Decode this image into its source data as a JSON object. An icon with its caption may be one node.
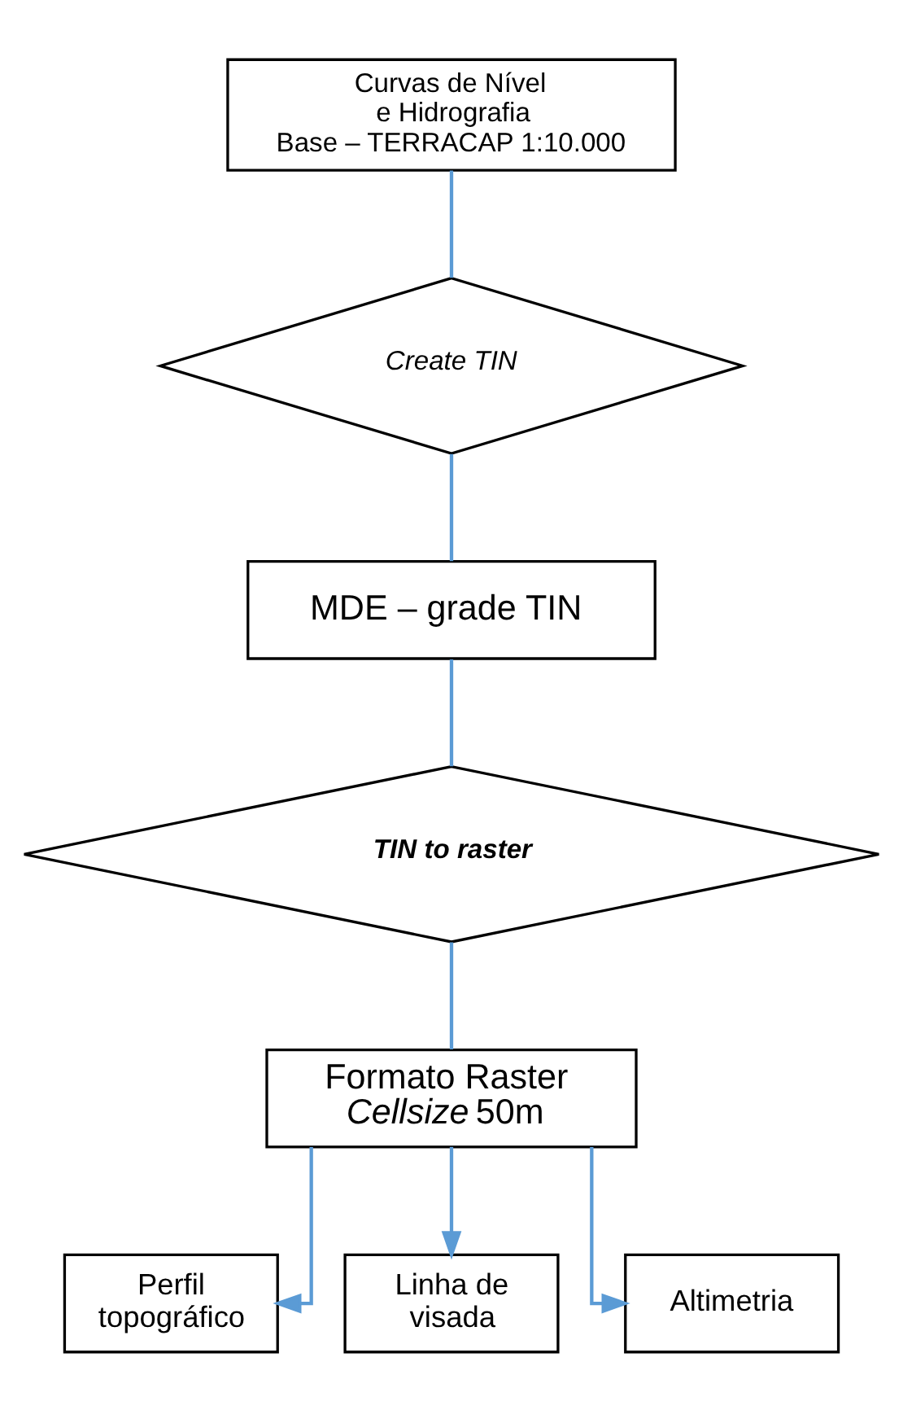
{
  "diagram": {
    "nodes": [
      {
        "text": [
          "Curvas de Nível e Hidrografia Base – TERRACAP 1:10.000"
        ]
      },
      {
        "text": [
          "Create TIN"
        ]
      },
      {
        "text": [
          "MDE – grade TIN"
        ]
      },
      {
        "text": [
          "TIN to raster"
        ]
      },
      {
        "text": [
          "Formato Raster *Cellsize* 50m"
        ]
      },
      {
        "text": [
          "Perfil topográfico"
        ]
      },
      {
        "text": [
          "Linha de visada"
        ]
      },
      {
        "text": [
          "Altimetria"
        ]
      }
    ],
    "edges": [
      {
        "from": 0,
        "to": 1,
        "arrow": "none"
      },
      {
        "from": 1,
        "to": 2,
        "arrow": "none"
      },
      {
        "from": 2,
        "to": 3,
        "arrow": "none"
      },
      {
        "from": 3,
        "to": 4,
        "arrow": "none"
      },
      {
        "from": 4,
        "to": 5,
        "arrow": "to"
      },
      {
        "from": 4,
        "to": 6,
        "arrow": "to"
      },
      {
        "from": 4,
        "to": 7,
        "arrow": "to"
      }
    ]
  }
}
